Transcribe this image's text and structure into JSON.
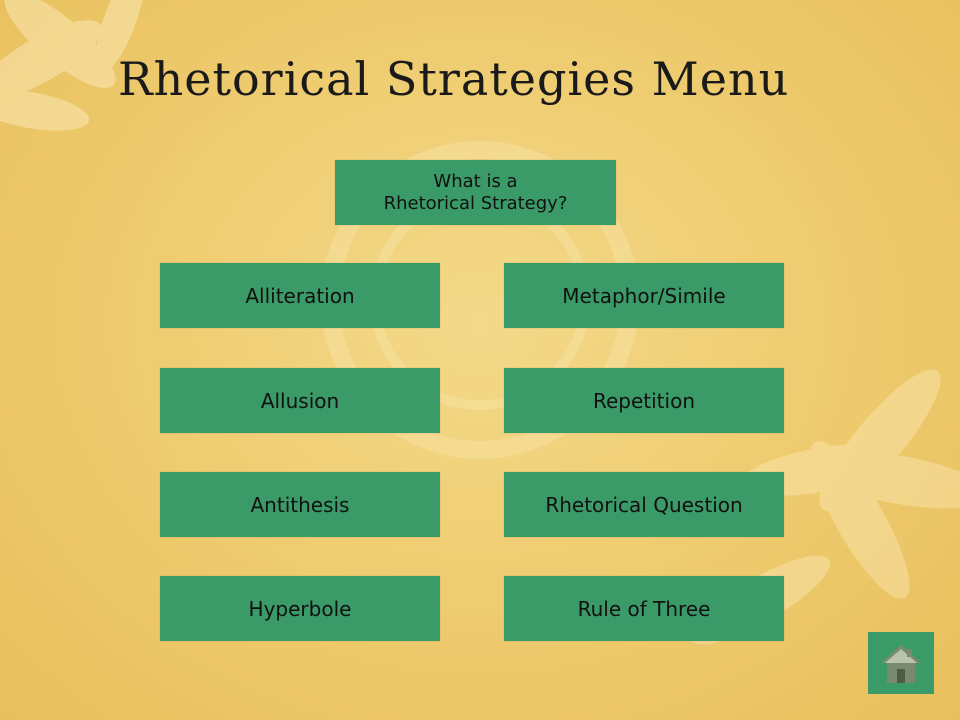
{
  "slide": {
    "title": "Rhetorical Strategies Menu"
  },
  "menu": {
    "intro_line1": "What is a",
    "intro_line2": "Rhetorical Strategy?",
    "left": [
      "Alliteration",
      "Allusion",
      "Antithesis",
      "Hyperbole"
    ],
    "right": [
      "Metaphor/Simile",
      "Repetition",
      "Rhetorical Question",
      "Rule of Three"
    ]
  },
  "nav": {
    "home_icon": "home-icon"
  },
  "colors": {
    "button": "#3a9a68",
    "background": "#efcd72",
    "text": "#1a1a1a"
  }
}
